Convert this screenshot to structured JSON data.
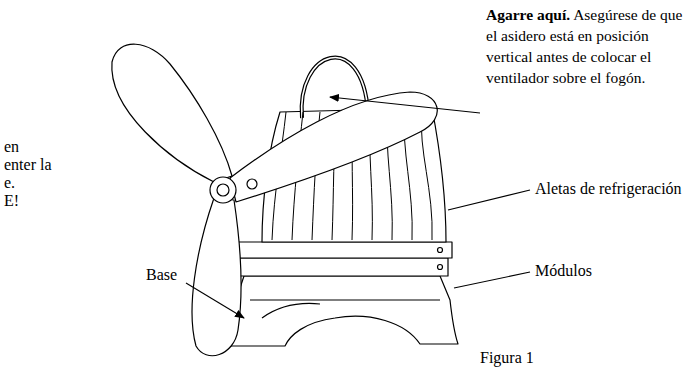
{
  "diagram": {
    "labels": [
      "Agarre aquí.",
      "Asegúrese de que el asidero está en posición vertical antes de colocar el ventilador sobre el fogón.",
      "Aletas de refrigeración",
      "Módulos",
      "Base",
      "en",
      "enter la",
      "e.",
      "E!",
      "Figura 1"
    ]
  }
}
